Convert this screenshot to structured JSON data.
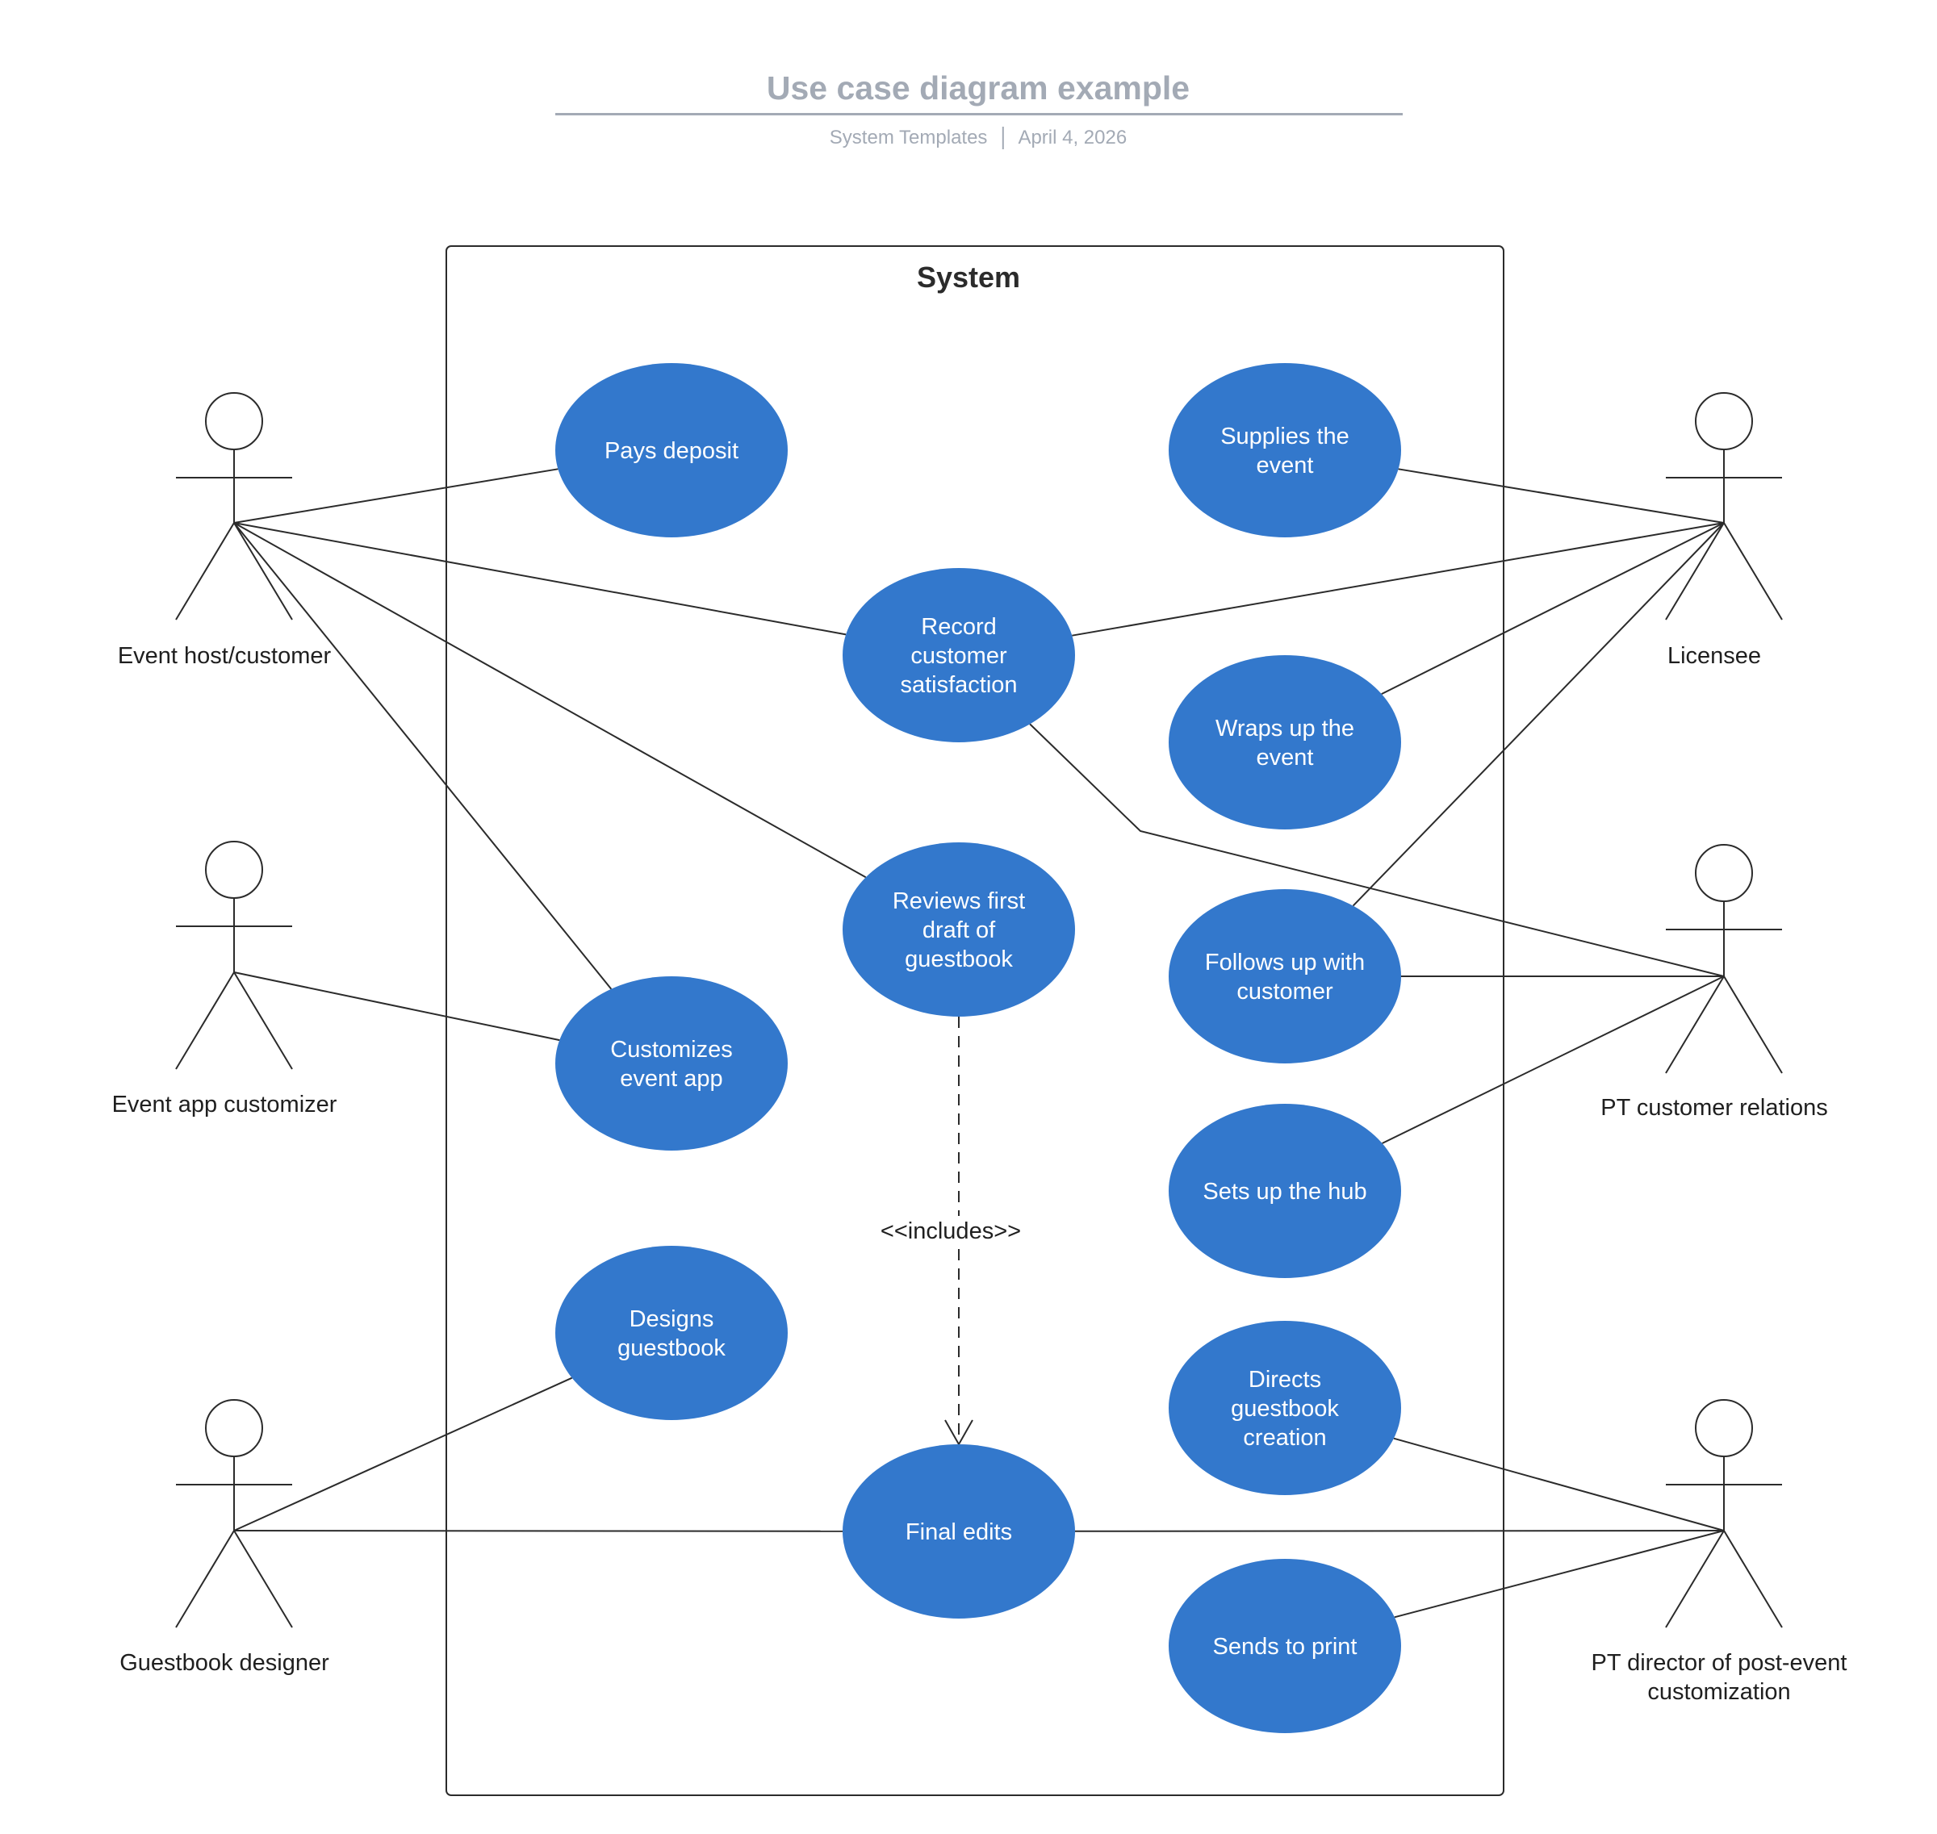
{
  "header": {
    "title": "Use case diagram example",
    "source": "System Templates",
    "date": "April 4, 2026"
  },
  "colors": {
    "use_case_fill": "#3378cc",
    "line": "#2b2b2b",
    "header_text": "#a3aab5"
  },
  "diagram": {
    "system_title": "System",
    "include_label": "<<includes>>",
    "actors": [
      {
        "id": "host",
        "lines": [
          "Event host/customer"
        ]
      },
      {
        "id": "appcust",
        "lines": [
          "Event app customizer"
        ]
      },
      {
        "id": "gbdesigner",
        "lines": [
          "Guestbook designer"
        ]
      },
      {
        "id": "licensee",
        "lines": [
          "Licensee"
        ]
      },
      {
        "id": "ptcr",
        "lines": [
          "PT customer relations"
        ]
      },
      {
        "id": "ptdir",
        "lines": [
          "PT director of post-event",
          "customization"
        ]
      }
    ],
    "use_cases": [
      {
        "id": "deposit",
        "lines": [
          "Pays deposit"
        ]
      },
      {
        "id": "supplies",
        "lines": [
          "Supplies the",
          "event"
        ]
      },
      {
        "id": "record",
        "lines": [
          "Record",
          "customer",
          "satisfaction"
        ]
      },
      {
        "id": "wraps",
        "lines": [
          "Wraps up the",
          "event"
        ]
      },
      {
        "id": "reviews",
        "lines": [
          "Reviews first",
          "draft of",
          "guestbook"
        ]
      },
      {
        "id": "follows",
        "lines": [
          "Follows up with",
          "customer"
        ]
      },
      {
        "id": "customizes",
        "lines": [
          "Customizes",
          "event app"
        ]
      },
      {
        "id": "hub",
        "lines": [
          "Sets up the hub"
        ]
      },
      {
        "id": "designs",
        "lines": [
          "Designs",
          "guestbook"
        ]
      },
      {
        "id": "directs",
        "lines": [
          "Directs",
          "guestbook",
          "creation"
        ]
      },
      {
        "id": "final",
        "lines": [
          "Final edits"
        ]
      },
      {
        "id": "print",
        "lines": [
          "Sends to print"
        ]
      }
    ],
    "associations": [
      [
        "host",
        "deposit"
      ],
      [
        "host",
        "record"
      ],
      [
        "host",
        "reviews"
      ],
      [
        "host",
        "customizes"
      ],
      [
        "appcust",
        "customizes"
      ],
      [
        "gbdesigner",
        "designs"
      ],
      [
        "gbdesigner",
        "final"
      ],
      [
        "licensee",
        "supplies"
      ],
      [
        "licensee",
        "record"
      ],
      [
        "licensee",
        "wraps"
      ],
      [
        "licensee",
        "follows"
      ],
      [
        "ptcr",
        "record"
      ],
      [
        "ptcr",
        "follows"
      ],
      [
        "ptcr",
        "hub"
      ],
      [
        "ptdir",
        "directs"
      ],
      [
        "ptdir",
        "final"
      ],
      [
        "ptdir",
        "print"
      ]
    ],
    "includes": [
      [
        "reviews",
        "final"
      ]
    ]
  }
}
